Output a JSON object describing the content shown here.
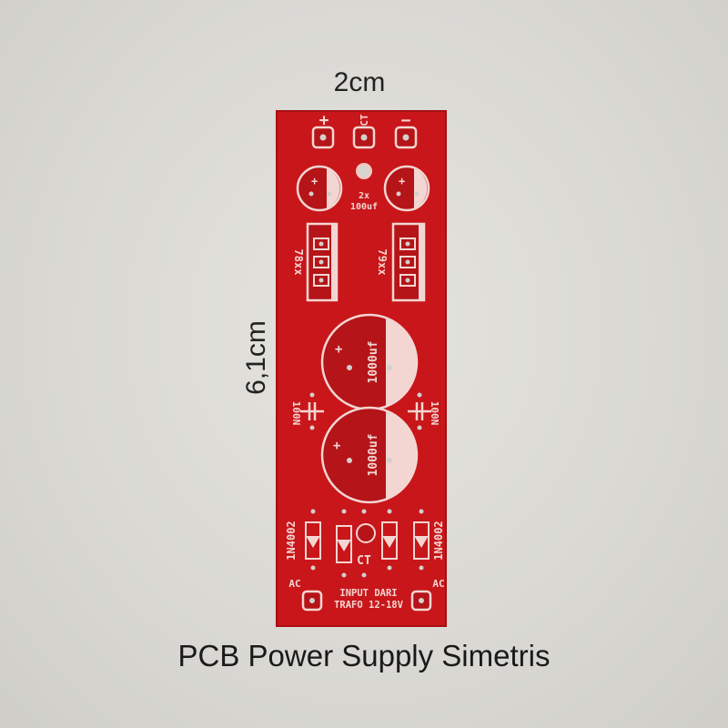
{
  "dimensions": {
    "width_label": "2cm",
    "height_label": "6,1cm"
  },
  "caption": "PCB Power Supply Simetris",
  "colors": {
    "board": "#c8161a",
    "silk": "#f3d6d2",
    "pad": "#d2d0cc",
    "background": "#dedcd7"
  },
  "silkscreen": {
    "plus_terminal": "+",
    "ct_terminal": "CT",
    "minus_terminal": "−",
    "cap_small_label_1": "2x",
    "cap_small_label_2": "100uf",
    "reg_left": "78xx",
    "reg_right": "79xx",
    "cap_big_top": "1000uf",
    "cap_big_bottom": "1000uf",
    "cap_100n_left": "100N",
    "cap_100n_right": "100N",
    "diode_left": "1N4002",
    "diode_right": "1N4002",
    "ct_label": "CT",
    "ac_left": "AC",
    "ac_right": "AC",
    "input_line1": "INPUT DARI",
    "input_line2": "TRAFO 12-18V"
  }
}
